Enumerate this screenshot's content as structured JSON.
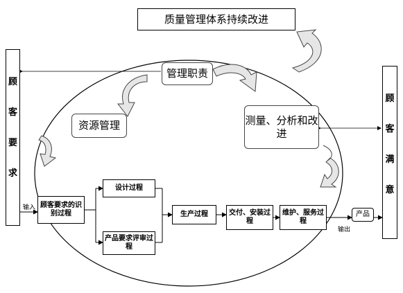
{
  "title": "质量管理体系持续改进",
  "nodes": {
    "management": "管理职责",
    "resource": "资源管理",
    "measurement": "测量、分析和改进"
  },
  "customer_requirements": [
    "顾",
    "客",
    "要",
    "求"
  ],
  "customer_satisfaction": [
    "顾",
    "客",
    "满",
    "意"
  ],
  "process": {
    "identify": "顾客要求的识别过程",
    "design": "设计过程",
    "review": "产品要求评审过程",
    "production": "生产过程",
    "delivery": "交付、安装过程",
    "maintenance": "维护、服务过程",
    "product": "产品"
  },
  "labels": {
    "input": "输入",
    "output": "输出"
  }
}
